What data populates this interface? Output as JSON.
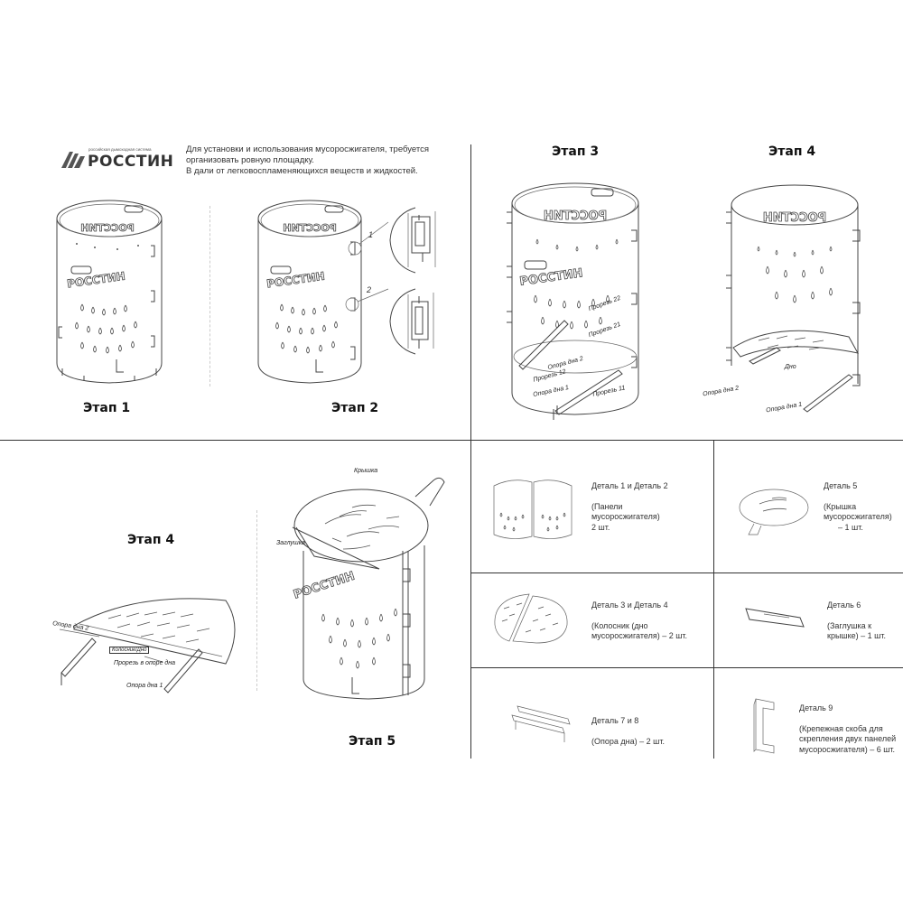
{
  "brand": {
    "name": "РОССТИН",
    "subtitle": "российская дымоходная система",
    "tank_lettering": "РОССТИН",
    "tank_lettering_mirrored": "ИНТССОЧ"
  },
  "intro": {
    "line1": "Для установки и использования мусоросжигателя, требуется",
    "line2": "организовать ровную площадку.",
    "line3": "В дали от легковоспламеняющихся веществ и жидкостей."
  },
  "stages": {
    "s1": "Этап 1",
    "s2": "Этап 2",
    "s3": "Этап 3",
    "s4_top": "Этап 4",
    "s4_bottom": "Этап 4",
    "s5": "Этап 5"
  },
  "callouts": {
    "c1": "1",
    "c2": "2"
  },
  "labels": {
    "prorez22": "Прорезь 22",
    "prorez21": "Прорезь 21",
    "opora2_s3": "Опора дна 2",
    "prorez12": "Прорезь 12",
    "opora1_s3": "Опора дна 1",
    "prorez11": "Прорезь 11",
    "dno": "Дно",
    "opora2_s4": "Опора дна 2",
    "opora1_s4": "Опора дна 1",
    "opora2_s4b": "Опора дна 2",
    "kolosnik": "Колосник/Дно",
    "prorez_opor": "Прорезь в опоре дна",
    "opora1_s4b": "Опора дна 1",
    "kryshka": "Крышка",
    "zaglushka": "Заглушка"
  },
  "parts": [
    {
      "title": "Деталь 1 и Деталь 2",
      "desc1": "(Панели",
      "desc2": "мусоросжигателя)",
      "desc3": "2 шт."
    },
    {
      "title": "Деталь 5",
      "desc1": "(Крышка",
      "desc2": "мусоросжигателя)",
      "desc3": "– 1 шт."
    },
    {
      "title": "Деталь 3 и Деталь 4",
      "desc1": "(Колосник (дно",
      "desc2": "мусоросжигателя) – 2 шт.",
      "desc3": ""
    },
    {
      "title": "Деталь 6",
      "desc1": "(Заглушка к",
      "desc2": "крышке) – 1 шт.",
      "desc3": ""
    },
    {
      "title": "Деталь 7 и 8",
      "desc1": "(Опора дна) – 2 шт.",
      "desc2": "",
      "desc3": ""
    },
    {
      "title": "Деталь 9",
      "desc1": "(Крепежная скоба для",
      "desc2": "скрепления двух панелей",
      "desc3": "мусоросжигателя) – 6 шт."
    }
  ]
}
